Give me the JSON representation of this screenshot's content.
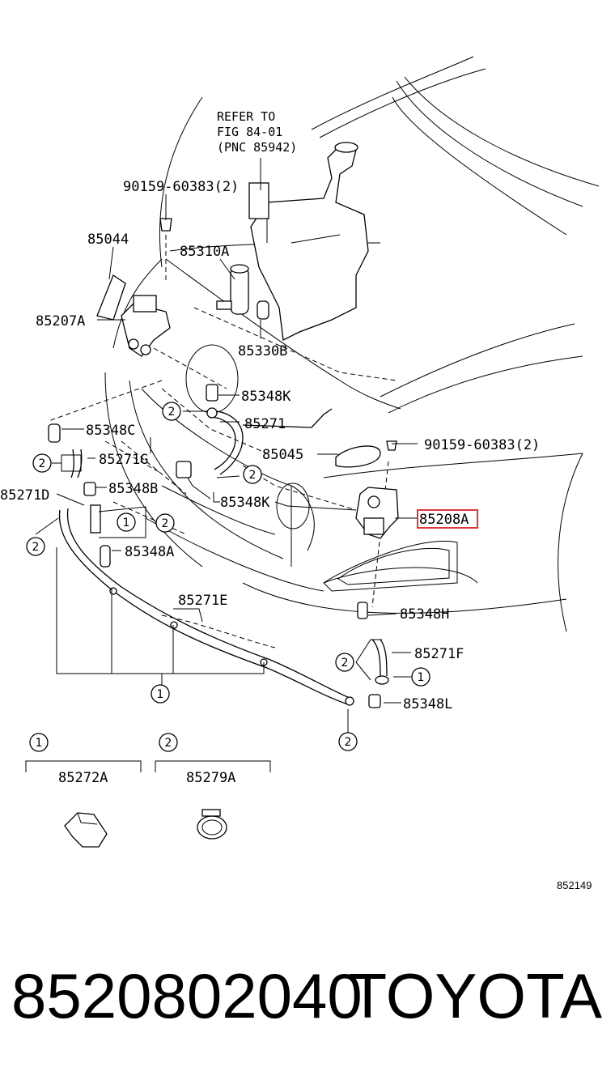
{
  "diagram": {
    "refer_note": [
      "REFER TO",
      "FIG 84-01",
      "(PNC 85942)"
    ],
    "labels": {
      "bolt_upper": "90159-60383(2)",
      "p85044": "85044",
      "p85310A": "85310A",
      "p85207A": "85207A",
      "p85330B": "85330B",
      "p85348K_top": "85348K",
      "p85271": "85271",
      "p85348C": "85348C",
      "p85045": "85045",
      "bolt_right": "90159-60383(2)",
      "p85271G": "85271G",
      "p85348B": "85348B",
      "p85271D": "85271D",
      "p85348K_mid": "85348K",
      "p85208A": "85208A",
      "p85348A": "85348A",
      "p85271E": "85271E",
      "p85348H": "85348H",
      "p85271F": "85271F",
      "p85348L": "85348L",
      "p85272A": "85272A",
      "p85279A": "85279A"
    },
    "callout_numbers": {
      "one": "1",
      "two": "2"
    },
    "figure_code": "852149",
    "highlight_color": "#e0373f"
  },
  "footer": {
    "part_number": "8520802040",
    "brand": "TOYOTA"
  }
}
